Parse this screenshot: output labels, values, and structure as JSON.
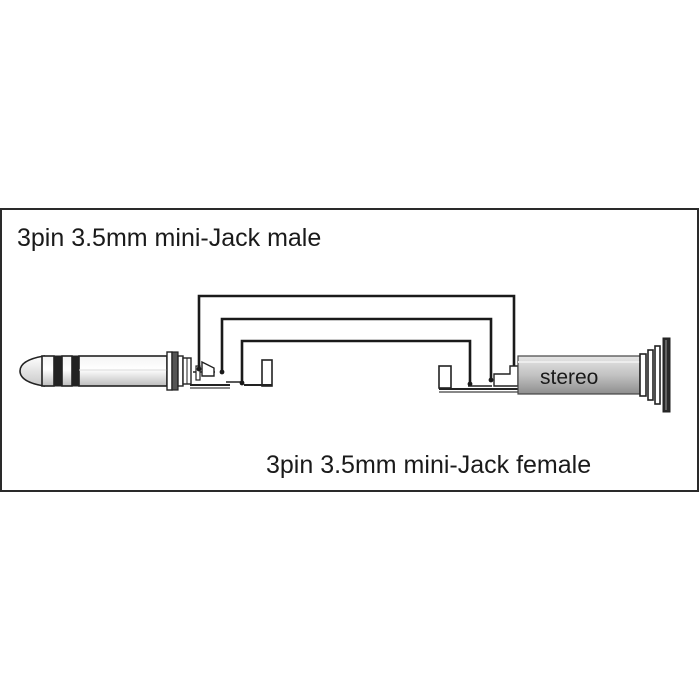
{
  "diagram": {
    "male_label": "3pin 3.5mm mini-Jack male",
    "female_label": "3pin 3.5mm mini-Jack female",
    "female_body_text": "stereo"
  }
}
